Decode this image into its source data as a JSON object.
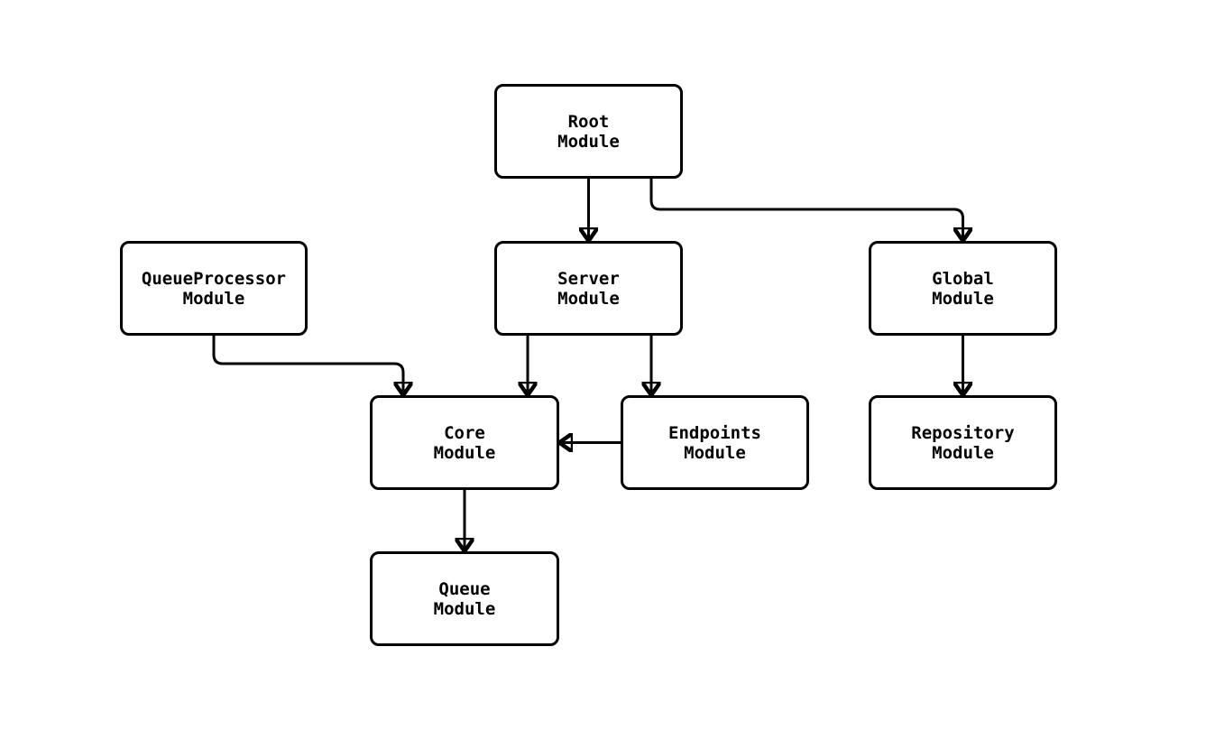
{
  "diagram": {
    "background_color": "#ffffff",
    "stroke_color": "#000000",
    "text_color": "#000000",
    "nodes": [
      {
        "id": "root",
        "line1": "Root",
        "line2": "Module"
      },
      {
        "id": "queueprocessor",
        "line1": "QueueProcessor",
        "line2": "Module"
      },
      {
        "id": "server",
        "line1": "Server",
        "line2": "Module"
      },
      {
        "id": "global",
        "line1": "Global",
        "line2": "Module"
      },
      {
        "id": "core",
        "line1": "Core",
        "line2": "Module"
      },
      {
        "id": "endpoints",
        "line1": "Endpoints",
        "line2": "Module"
      },
      {
        "id": "repository",
        "line1": "Repository",
        "line2": "Module"
      },
      {
        "id": "queue",
        "line1": "Queue",
        "line2": "Module"
      }
    ],
    "edges": [
      {
        "from": "root",
        "to": "server"
      },
      {
        "from": "root",
        "to": "global"
      },
      {
        "from": "queueprocessor",
        "to": "core"
      },
      {
        "from": "server",
        "to": "core"
      },
      {
        "from": "server",
        "to": "endpoints"
      },
      {
        "from": "endpoints",
        "to": "core"
      },
      {
        "from": "global",
        "to": "repository"
      },
      {
        "from": "core",
        "to": "queue"
      }
    ]
  }
}
